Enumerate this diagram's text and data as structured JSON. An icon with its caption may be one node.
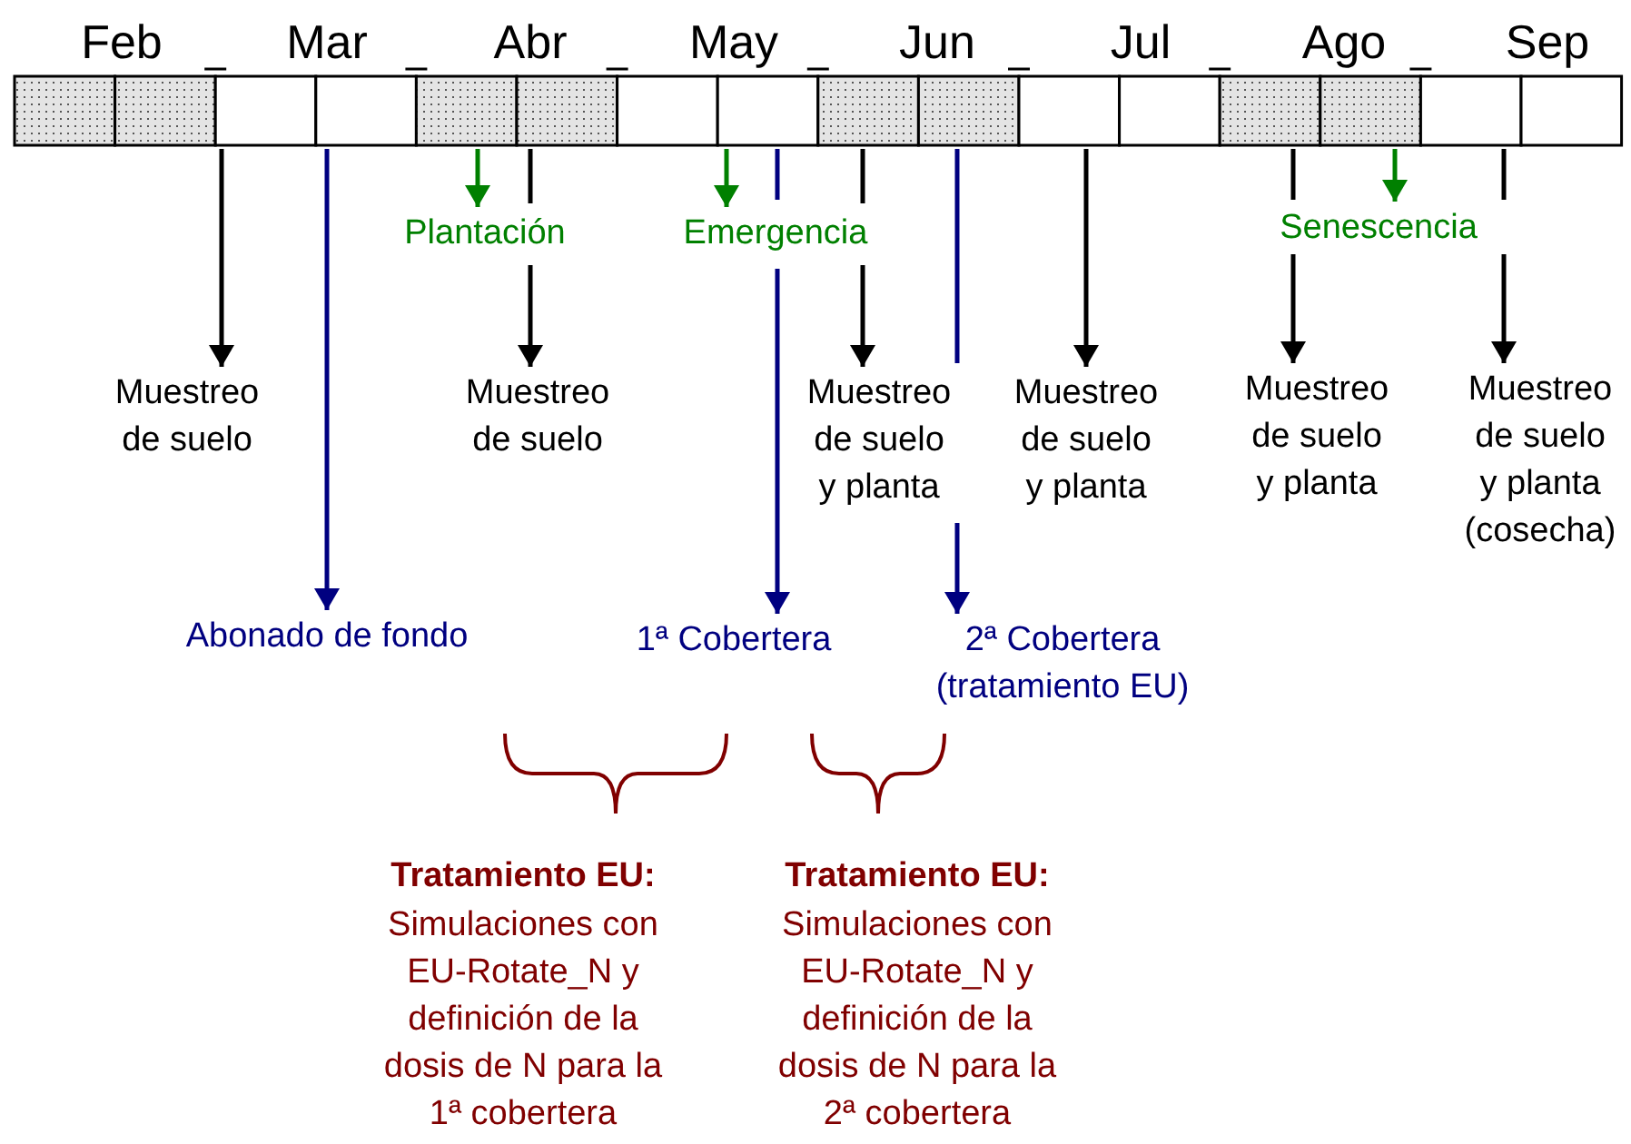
{
  "diagram": {
    "nodes": [
      {
        "text": [
          "Plantación"
        ]
      },
      {
        "text": [
          "Emergencia"
        ]
      },
      {
        "text": [
          "Senescencia"
        ]
      },
      {
        "text": [
          "Muestreo de suelo"
        ]
      },
      {
        "text": [
          "Muestreo de suelo"
        ]
      },
      {
        "text": [
          "Muestreo de suelo y planta"
        ]
      },
      {
        "text": [
          "Muestreo de suelo y planta"
        ]
      },
      {
        "text": [
          "Muestreo de suelo y planta"
        ]
      },
      {
        "text": [
          "Muestreo de suelo y planta (cosecha)"
        ]
      },
      {
        "text": [
          "Abonado de fondo"
        ]
      },
      {
        "text": [
          "1ª Cobertera"
        ]
      },
      {
        "text": [
          "2ª Cobertera (tratamiento EU)"
        ]
      }
    ],
    "edges": [
      {
        "from": null,
        "to": 0,
        "arrow": "to",
        "color": "#008000"
      },
      {
        "from": null,
        "to": 1,
        "arrow": "to",
        "color": "#008000"
      },
      {
        "from": null,
        "to": 2,
        "arrow": "to",
        "color": "#008000"
      },
      {
        "from": null,
        "to": 3,
        "arrow": "to"
      },
      {
        "from": null,
        "to": 4,
        "arrow": "to"
      },
      {
        "from": null,
        "to": 5,
        "arrow": "to"
      },
      {
        "from": null,
        "to": 6,
        "arrow": "to"
      },
      {
        "from": null,
        "to": 7,
        "arrow": "to"
      },
      {
        "from": null,
        "to": 8,
        "arrow": "to"
      },
      {
        "from": null,
        "to": 9,
        "arrow": "to",
        "color": "#000080"
      },
      {
        "from": null,
        "to": 10,
        "arrow": "to",
        "color": "#000080"
      },
      {
        "from": null,
        "to": 11,
        "arrow": "to",
        "color": "#000080"
      }
    ],
    "labels": [
      "Feb",
      "Mar",
      "Abr",
      "May",
      "Jun",
      "Jul",
      "Ago",
      "Sep",
      "Tratamiento EU:",
      "Simulaciones con EU-Rotate_N y definición de la dosis de N para la 1ª cobertera",
      "Tratamiento EU:",
      "Simulaciones con EU-Rotate_N y definición de la dosis de N para la 2ª cobertera"
    ]
  }
}
